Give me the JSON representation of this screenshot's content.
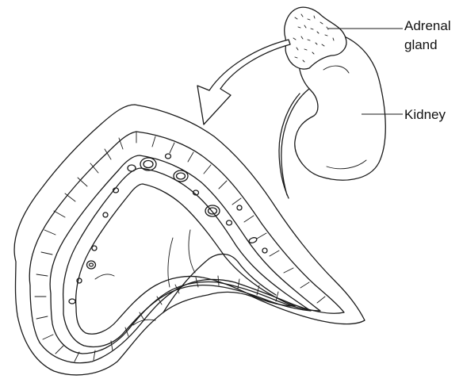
{
  "labels": {
    "adrenal_line1": "Adrenal",
    "adrenal_line2": "gland",
    "kidney": "Kidney"
  },
  "colors": {
    "ink": "#1a1a1a",
    "background": "#ffffff"
  }
}
